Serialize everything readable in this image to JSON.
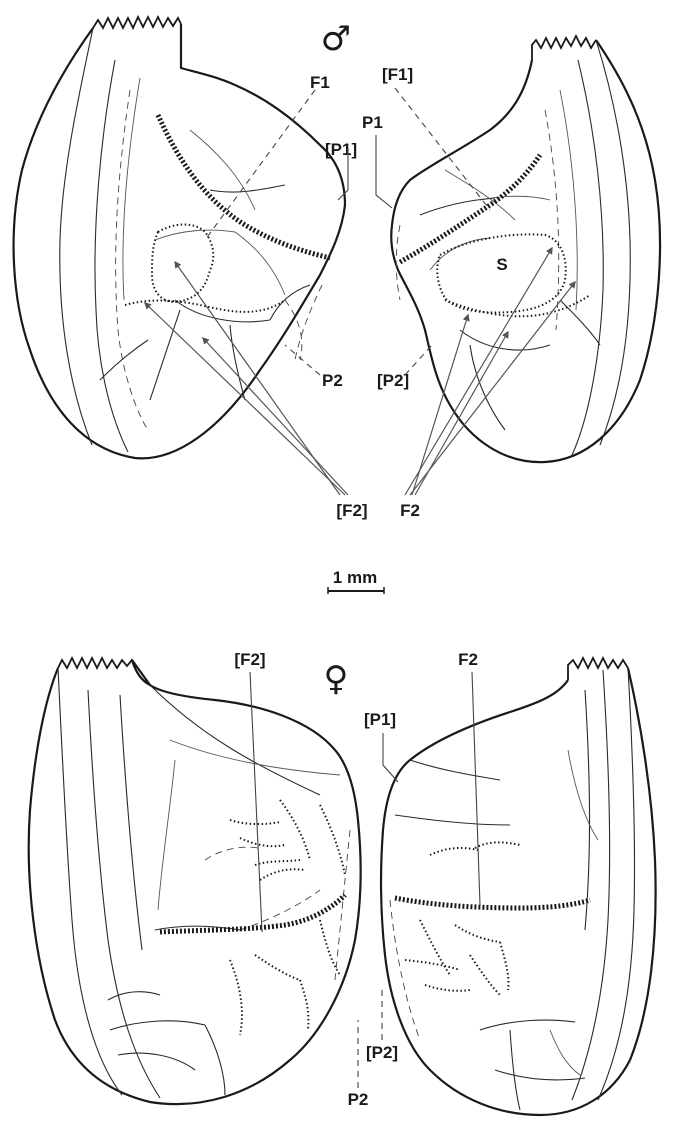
{
  "figure": {
    "male_panel": {
      "symbol": "♂",
      "labels": {
        "f1": "F1",
        "f1_bracket": "[F1]",
        "p1": "P1",
        "p1_bracket": "[P1]",
        "s": "S",
        "p2": "P2",
        "p2_bracket": "[P2]",
        "f2_bracket": "[F2]",
        "f2": "F2"
      }
    },
    "scale_bar": {
      "label": "1 mm"
    },
    "female_panel": {
      "symbol": "♀",
      "labels": {
        "f2_bracket": "[F2]",
        "f2": "F2",
        "p1_bracket": "[P1]",
        "p2_bracket": "[P2]",
        "p2": "P2"
      }
    }
  }
}
